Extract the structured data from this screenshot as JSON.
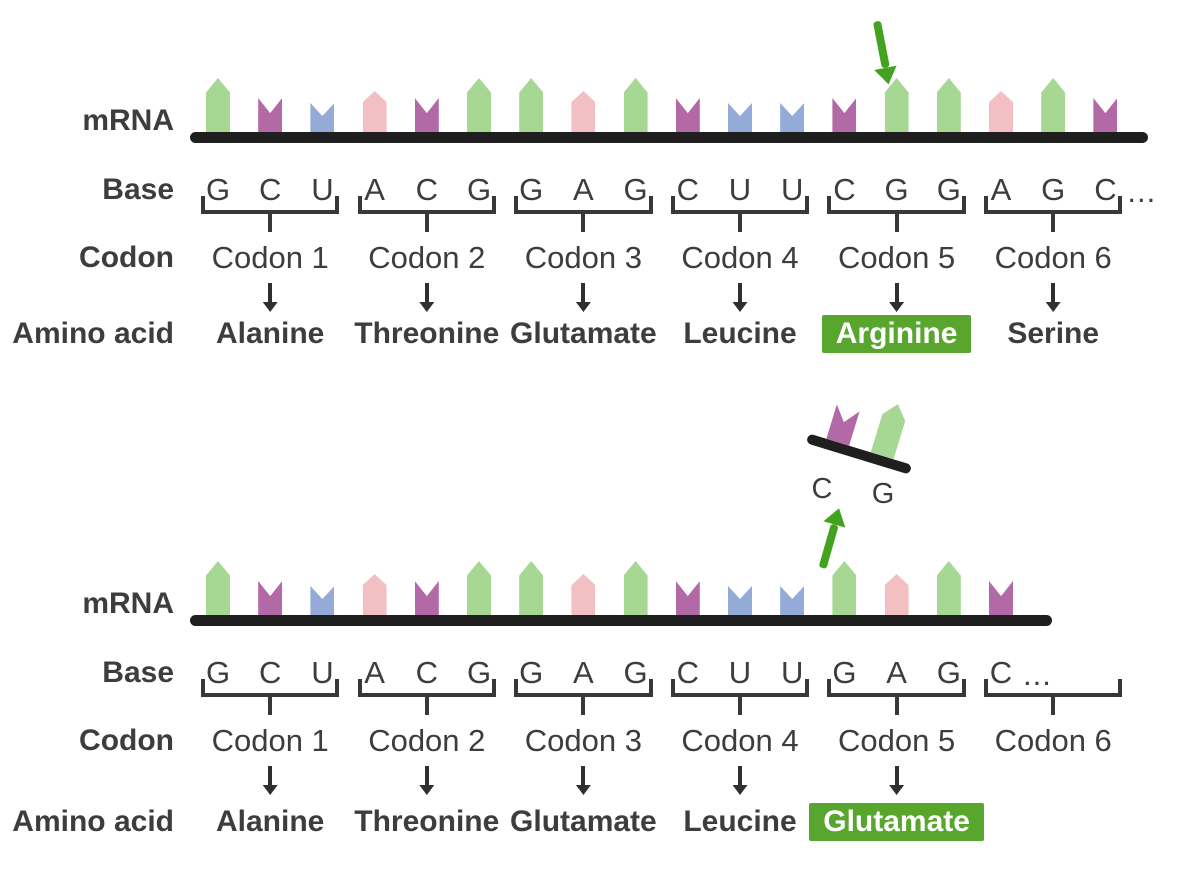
{
  "colors": {
    "text": "#3d3d3d",
    "strand": "#1f1f1f",
    "bracket": "#383838",
    "black_arrow": "#2f2f2f",
    "mutation_arrow_green": "#43a220",
    "highlight_green": "#58a62e",
    "highlight_text": "#ffffff",
    "base_G": "#a6d893",
    "base_A": "#f2c0c2",
    "base_C": "#b269a5",
    "base_U": "#93abd6"
  },
  "row_labels": {
    "mrna": "mRNA",
    "base": "Base",
    "codon": "Codon",
    "amino_acid": "Amino acid"
  },
  "panels": [
    {
      "id": "original-sequence",
      "sequence": [
        "G",
        "C",
        "U",
        "A",
        "C",
        "G",
        "G",
        "A",
        "G",
        "C",
        "U",
        "U",
        "C",
        "G",
        "G",
        "A",
        "G",
        "C"
      ],
      "ellipsis": "...",
      "codons": [
        {
          "label": "Codon 1",
          "amino_acid": "Alanine",
          "highlighted": false
        },
        {
          "label": "Codon 2",
          "amino_acid": "Threonine",
          "highlighted": false
        },
        {
          "label": "Codon 3",
          "amino_acid": "Glutamate",
          "highlighted": false
        },
        {
          "label": "Codon 4",
          "amino_acid": "Leucine",
          "highlighted": false
        },
        {
          "label": "Codon 5",
          "amino_acid": "Arginine",
          "highlighted": true
        },
        {
          "label": "Codon 6",
          "amino_acid": "Serine",
          "highlighted": false
        }
      ]
    },
    {
      "id": "mutated-sequence",
      "sequence": [
        "G",
        "C",
        "U",
        "A",
        "C",
        "G",
        "G",
        "A",
        "G",
        "C",
        "U",
        "U",
        "G",
        "A",
        "G",
        "C"
      ],
      "ellipsis": "...",
      "codons": [
        {
          "label": "Codon 1",
          "amino_acid": "Alanine",
          "highlighted": false
        },
        {
          "label": "Codon 2",
          "amino_acid": "Threonine",
          "highlighted": false
        },
        {
          "label": "Codon 3",
          "amino_acid": "Glutamate",
          "highlighted": false
        },
        {
          "label": "Codon 4",
          "amino_acid": "Leucine",
          "highlighted": false
        },
        {
          "label": "Codon 5",
          "amino_acid": "Glutamate",
          "highlighted": true
        },
        {
          "label": "Codon 6",
          "amino_acid": null,
          "highlighted": false
        }
      ],
      "excised": {
        "bases": [
          "C",
          "G"
        ]
      }
    }
  ]
}
